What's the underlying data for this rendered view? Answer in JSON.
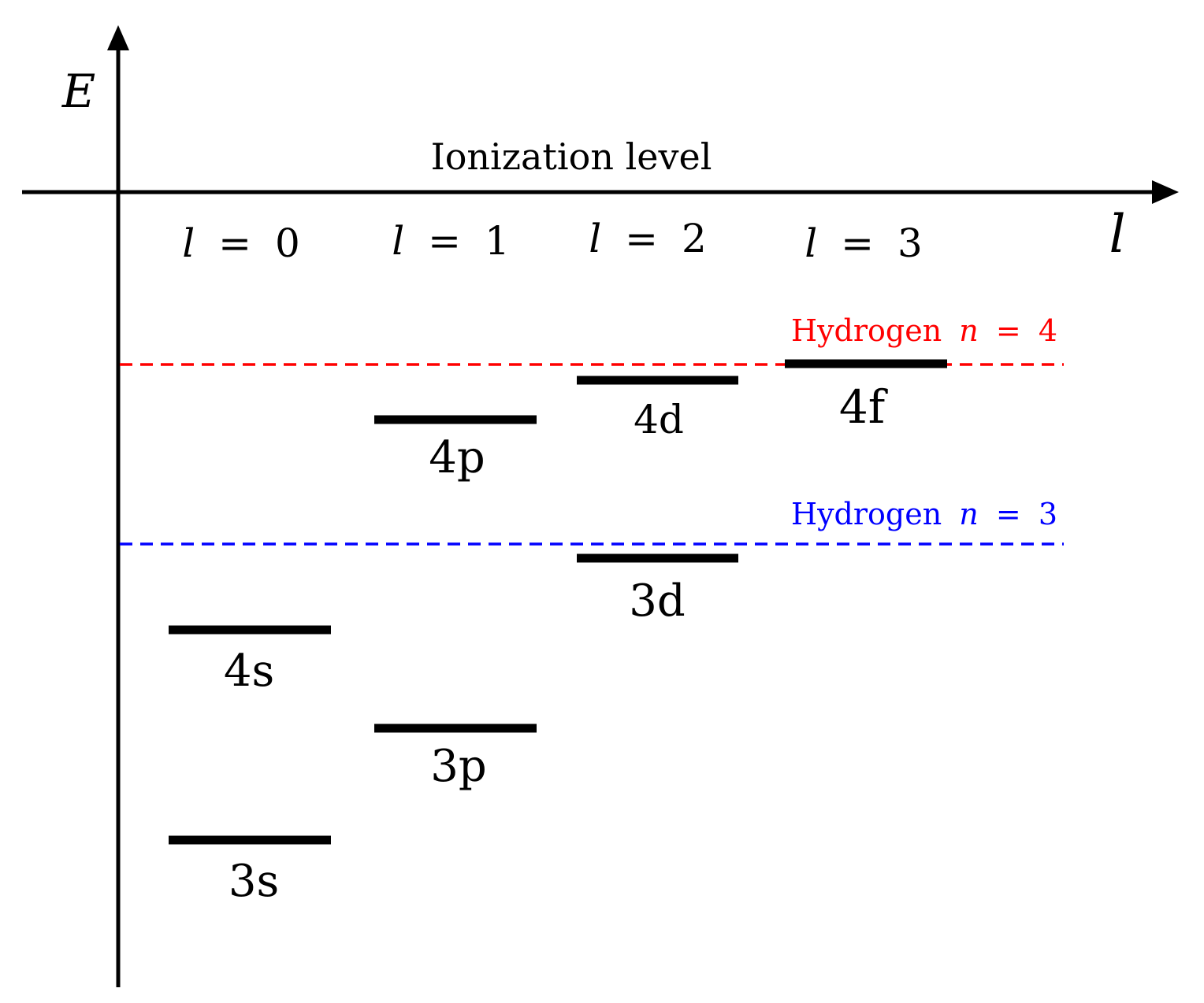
{
  "axes": {
    "y_label": "E",
    "x_label": "l"
  },
  "ionization_label": "Ionization level",
  "columns": [
    {
      "var": "l",
      "eq": "=",
      "value": "0"
    },
    {
      "var": "l",
      "eq": "=",
      "value": "1"
    },
    {
      "var": "l",
      "eq": "=",
      "value": "2"
    },
    {
      "var": "l",
      "eq": "=",
      "value": "3"
    }
  ],
  "levels": [
    {
      "label": "3s"
    },
    {
      "label": "4s"
    },
    {
      "label": "3p"
    },
    {
      "label": "4p"
    },
    {
      "label": "3d"
    },
    {
      "label": "4d"
    },
    {
      "label": "4f"
    }
  ],
  "hydrogen_lines": [
    {
      "prefix": "Hydrogen",
      "var": "n",
      "eq": "=",
      "value": "4",
      "color": "#ff0000"
    },
    {
      "prefix": "Hydrogen",
      "var": "n",
      "eq": "=",
      "value": "3",
      "color": "#0000ff"
    }
  ],
  "colors": {
    "axis": "#000000",
    "level": "#000000",
    "n4": "#ff0000",
    "n3": "#0000ff"
  }
}
